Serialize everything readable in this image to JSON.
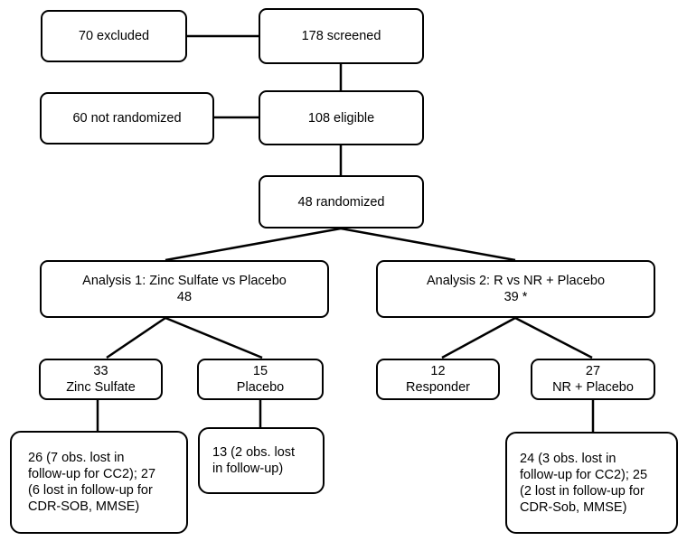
{
  "boxes": {
    "excluded": "70 excluded",
    "screened": "178 screened",
    "not_randomized": "60 not randomized",
    "eligible": "108 eligible",
    "randomized": "48 randomized",
    "analysis1": {
      "line1": "Analysis 1: Zinc Sulfate vs Placebo",
      "line2": "48"
    },
    "analysis2": {
      "line1": "Analysis 2: R vs NR + Placebo",
      "line2": "39 *"
    },
    "zinc": {
      "line1": "33",
      "line2": "Zinc Sulfate"
    },
    "placebo": {
      "line1": "15",
      "line2": "Placebo"
    },
    "responder": {
      "line1": "12",
      "line2": "Responder"
    },
    "nr_placebo": {
      "line1": "27",
      "line2": "NR + Placebo"
    },
    "zinc_followup": [
      "26 (7 obs. lost in",
      "follow-up for CC2); 27",
      "(6 lost in follow-up for",
      "CDR-SOB, MMSE)"
    ],
    "placebo_followup": [
      "13 (2 obs. lost",
      "in follow-up)"
    ],
    "nr_followup": [
      "24 (3 obs. lost in",
      "follow-up for CC2); 25",
      "(2 lost in follow-up for",
      "CDR-Sob, MMSE)"
    ]
  }
}
